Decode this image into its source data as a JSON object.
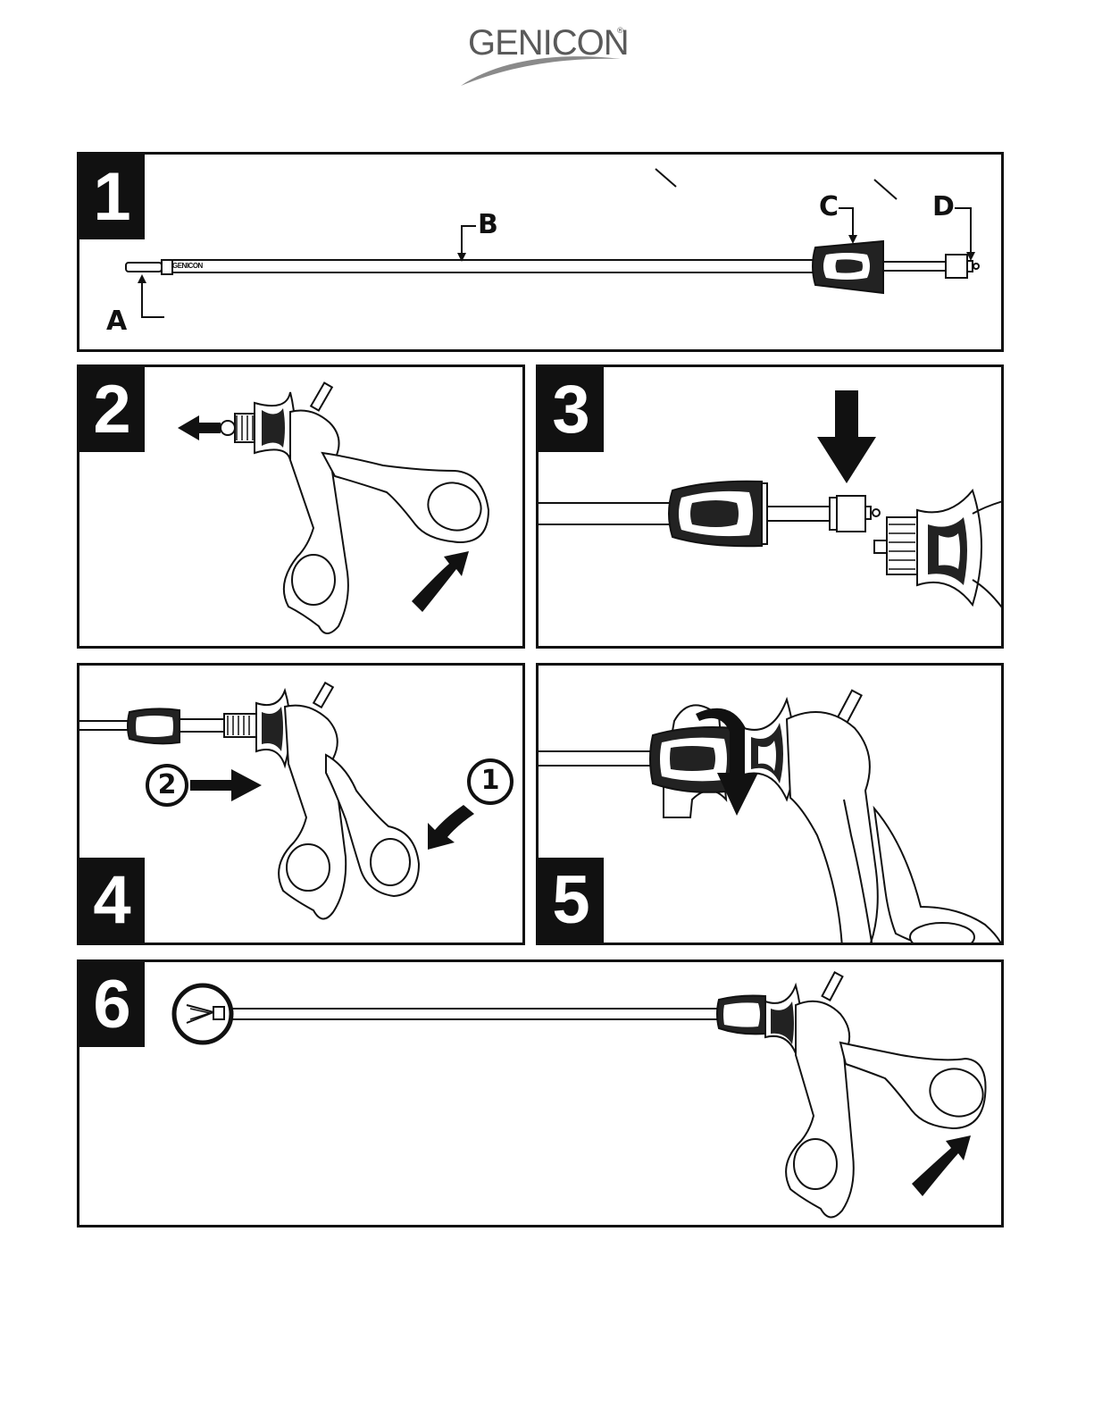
{
  "brand": {
    "name": "GENICON",
    "mark": "®"
  },
  "steps": [
    {
      "number": "1",
      "callouts": [
        "A",
        "B",
        "C",
        "D"
      ],
      "shaft_label": "GENICON"
    },
    {
      "number": "2"
    },
    {
      "number": "3"
    },
    {
      "number": "4",
      "order_markers": [
        "1",
        "2"
      ]
    },
    {
      "number": "5"
    },
    {
      "number": "6"
    }
  ],
  "colors": {
    "ink": "#111111",
    "logo_gray": "#5a5a5a",
    "swoosh": "#8a8a8a",
    "paper": "#ffffff"
  }
}
